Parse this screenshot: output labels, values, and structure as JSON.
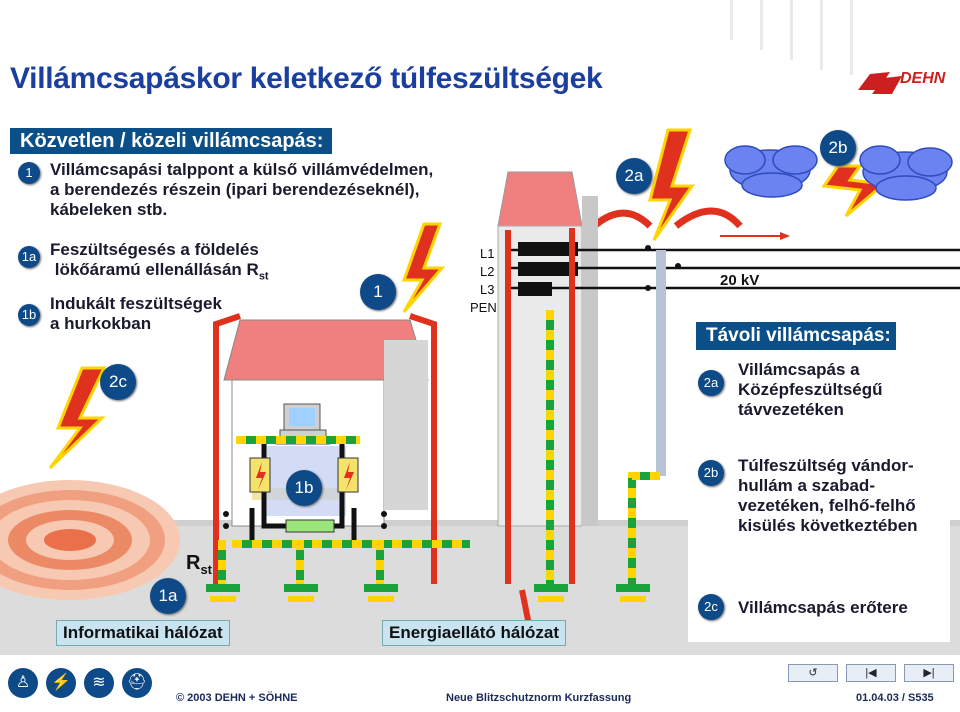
{
  "title": "Villámcsapáskor keletkező túlfeszültségek",
  "logo": {
    "text": "DEHN",
    "color": "#cc1f1f"
  },
  "direct": {
    "header": "Közvetlen / közeli villámcsapás:",
    "items": [
      {
        "badge": "1",
        "lines": [
          "Villámcsapási talppont a külső villámvédelmen,",
          "a berendezés részein (ipari berendezéseknél),",
          "kábeleken stb."
        ]
      },
      {
        "badge": "1a",
        "lines": [
          "Feszültségesés a földelés",
          " lökőáramú ellenállásán R"
        ],
        "sub": "st"
      },
      {
        "badge": "1b",
        "lines": [
          "Indukált feszültségek",
          "a hurkokban"
        ]
      }
    ]
  },
  "remote": {
    "header": "Távoli villámcsapás:",
    "items": [
      {
        "badge": "2a",
        "lines": [
          "Villámcsapás a",
          "Középfeszültségű",
          "távvezetéken"
        ]
      },
      {
        "badge": "2b",
        "lines": [
          "Túlfeszültség vándor-",
          "hullám a szabad-",
          "vezetéken, felhő-felhő",
          "kisülés következtében"
        ]
      },
      {
        "badge": "2c",
        "lines": [
          "Villámcsapás erőtere"
        ]
      }
    ]
  },
  "diagram": {
    "badge_2c": "2c",
    "badge_1": "1",
    "badge_1b": "1b",
    "badge_1a": "1a",
    "badge_2a": "2a",
    "badge_2b": "2b",
    "rst": "R",
    "rst_sub": "st",
    "lines": [
      "L1",
      "L2",
      "L3",
      "PEN"
    ],
    "voltage": "20 kV",
    "it_network": "Informatikai hálózat",
    "power_network": "Energiaellátó hálózat"
  },
  "footer": {
    "copyright": "© 2003 DEHN + SÖHNE",
    "center": "Neue Blitzschutznorm Kurzfassung",
    "right": "01.04.03 / S535"
  },
  "nav": {
    "back": "↺",
    "first": "|◀",
    "next": "▶|"
  },
  "colors": {
    "title": "#1a3f9e",
    "header_bar": "#0a4f88",
    "badge": "#0f4a88",
    "red": "#e0301e",
    "green": "#1aa33a",
    "yellow": "#ffd400",
    "ground": "#d8d8d8"
  }
}
